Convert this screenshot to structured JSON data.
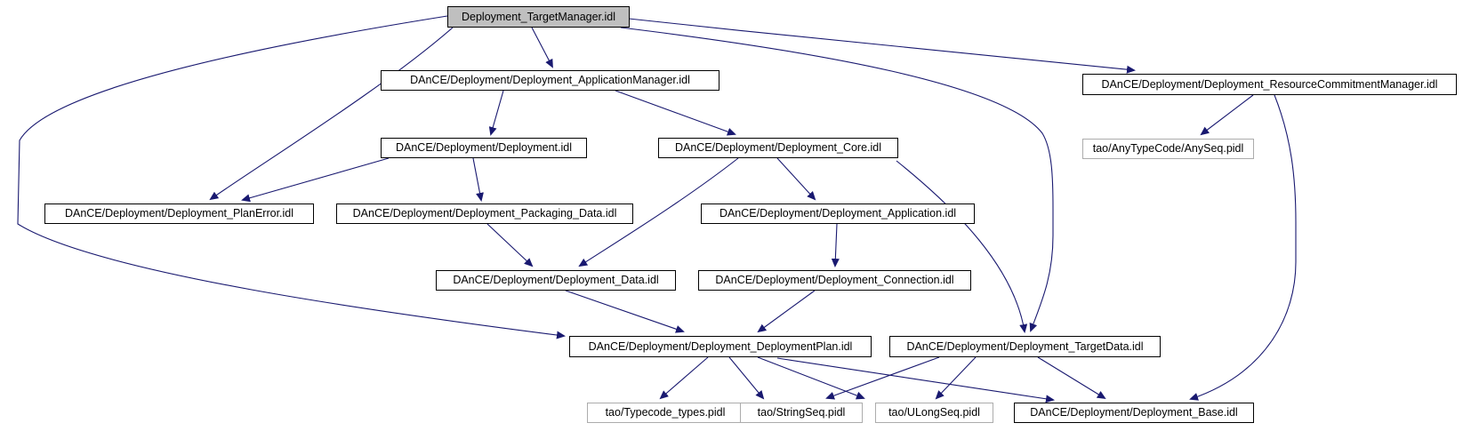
{
  "diagram": {
    "type": "include-dependency-graph",
    "root": "Deployment_TargetManager.idl"
  },
  "nodes": {
    "target_manager": {
      "label": "Deployment_TargetManager.idl"
    },
    "application_manager": {
      "label": "DAnCE/Deployment/Deployment_ApplicationManager.idl"
    },
    "resource_commitment_manager": {
      "label": "DAnCE/Deployment/Deployment_ResourceCommitmentManager.idl"
    },
    "deployment": {
      "label": "DAnCE/Deployment/Deployment.idl"
    },
    "core": {
      "label": "DAnCE/Deployment/Deployment_Core.idl"
    },
    "anyseq": {
      "label": "tao/AnyTypeCode/AnySeq.pidl"
    },
    "plan_error": {
      "label": "DAnCE/Deployment/Deployment_PlanError.idl"
    },
    "packaging_data": {
      "label": "DAnCE/Deployment/Deployment_Packaging_Data.idl"
    },
    "application": {
      "label": "DAnCE/Deployment/Deployment_Application.idl"
    },
    "data": {
      "label": "DAnCE/Deployment/Deployment_Data.idl"
    },
    "connection": {
      "label": "DAnCE/Deployment/Deployment_Connection.idl"
    },
    "deployment_plan": {
      "label": "DAnCE/Deployment/Deployment_DeploymentPlan.idl"
    },
    "target_data": {
      "label": "DAnCE/Deployment/Deployment_TargetData.idl"
    },
    "typecode_types": {
      "label": "tao/Typecode_types.pidl"
    },
    "stringseq": {
      "label": "tao/StringSeq.pidl"
    },
    "ulongseq": {
      "label": "tao/ULongSeq.pidl"
    },
    "base": {
      "label": "DAnCE/Deployment/Deployment_Base.idl"
    }
  },
  "edges": [
    {
      "from": "target_manager",
      "to": "application_manager"
    },
    {
      "from": "target_manager",
      "to": "resource_commitment_manager"
    },
    {
      "from": "target_manager",
      "to": "plan_error"
    },
    {
      "from": "target_manager",
      "to": "deployment_plan"
    },
    {
      "from": "target_manager",
      "to": "target_data"
    },
    {
      "from": "application_manager",
      "to": "deployment"
    },
    {
      "from": "application_manager",
      "to": "core"
    },
    {
      "from": "deployment",
      "to": "plan_error"
    },
    {
      "from": "deployment",
      "to": "packaging_data"
    },
    {
      "from": "core",
      "to": "application"
    },
    {
      "from": "core",
      "to": "data"
    },
    {
      "from": "core",
      "to": "target_data"
    },
    {
      "from": "packaging_data",
      "to": "data"
    },
    {
      "from": "application",
      "to": "connection"
    },
    {
      "from": "data",
      "to": "deployment_plan"
    },
    {
      "from": "connection",
      "to": "deployment_plan"
    },
    {
      "from": "deployment_plan",
      "to": "typecode_types"
    },
    {
      "from": "deployment_plan",
      "to": "stringseq"
    },
    {
      "from": "deployment_plan",
      "to": "ulongseq"
    },
    {
      "from": "deployment_plan",
      "to": "base"
    },
    {
      "from": "target_data",
      "to": "stringseq"
    },
    {
      "from": "target_data",
      "to": "ulongseq"
    },
    {
      "from": "target_data",
      "to": "base"
    },
    {
      "from": "resource_commitment_manager",
      "to": "anyseq"
    },
    {
      "from": "resource_commitment_manager",
      "to": "base"
    }
  ],
  "colors": {
    "edge": "#191970",
    "node_border": "#000000",
    "external_node_border": "#ACACAC",
    "root_fill": "#BFBFBF",
    "node_fill": "#FFFFFF",
    "text": "#000000",
    "background": "#FFFFFF"
  }
}
